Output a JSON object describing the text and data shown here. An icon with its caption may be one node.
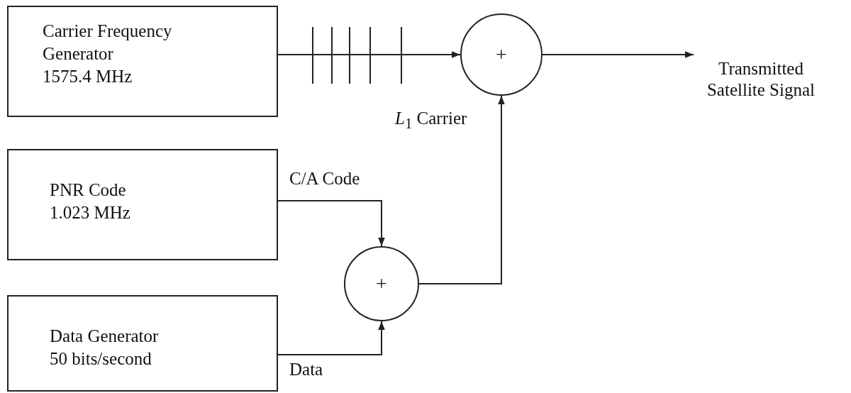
{
  "diagram": {
    "nodes": [
      {
        "text": [
          "Carrier Frequency Generator",
          "1575.4 MHz"
        ]
      },
      {
        "text": [
          "PNR Code",
          "1.023 MHz"
        ]
      },
      {
        "text": [
          "Data Generator",
          "50 bits/second"
        ]
      },
      {
        "text": [
          "+"
        ]
      },
      {
        "text": [
          "+"
        ]
      },
      {
        "text": [
          "Transmitted Satellite Signal"
        ]
      }
    ],
    "edges": [
      {
        "from": 0,
        "to": 3,
        "arrow": "to"
      },
      {
        "from": 1,
        "to": 4,
        "arrow": "to",
        "label": "C/A Code"
      },
      {
        "from": 2,
        "to": 4,
        "arrow": "to",
        "label": "Data"
      },
      {
        "from": 4,
        "to": 3,
        "arrow": "to"
      },
      {
        "from": 3,
        "to": 5,
        "arrow": "to"
      }
    ],
    "labels": [
      "*L*$_{1}$ Carrier"
    ]
  }
}
